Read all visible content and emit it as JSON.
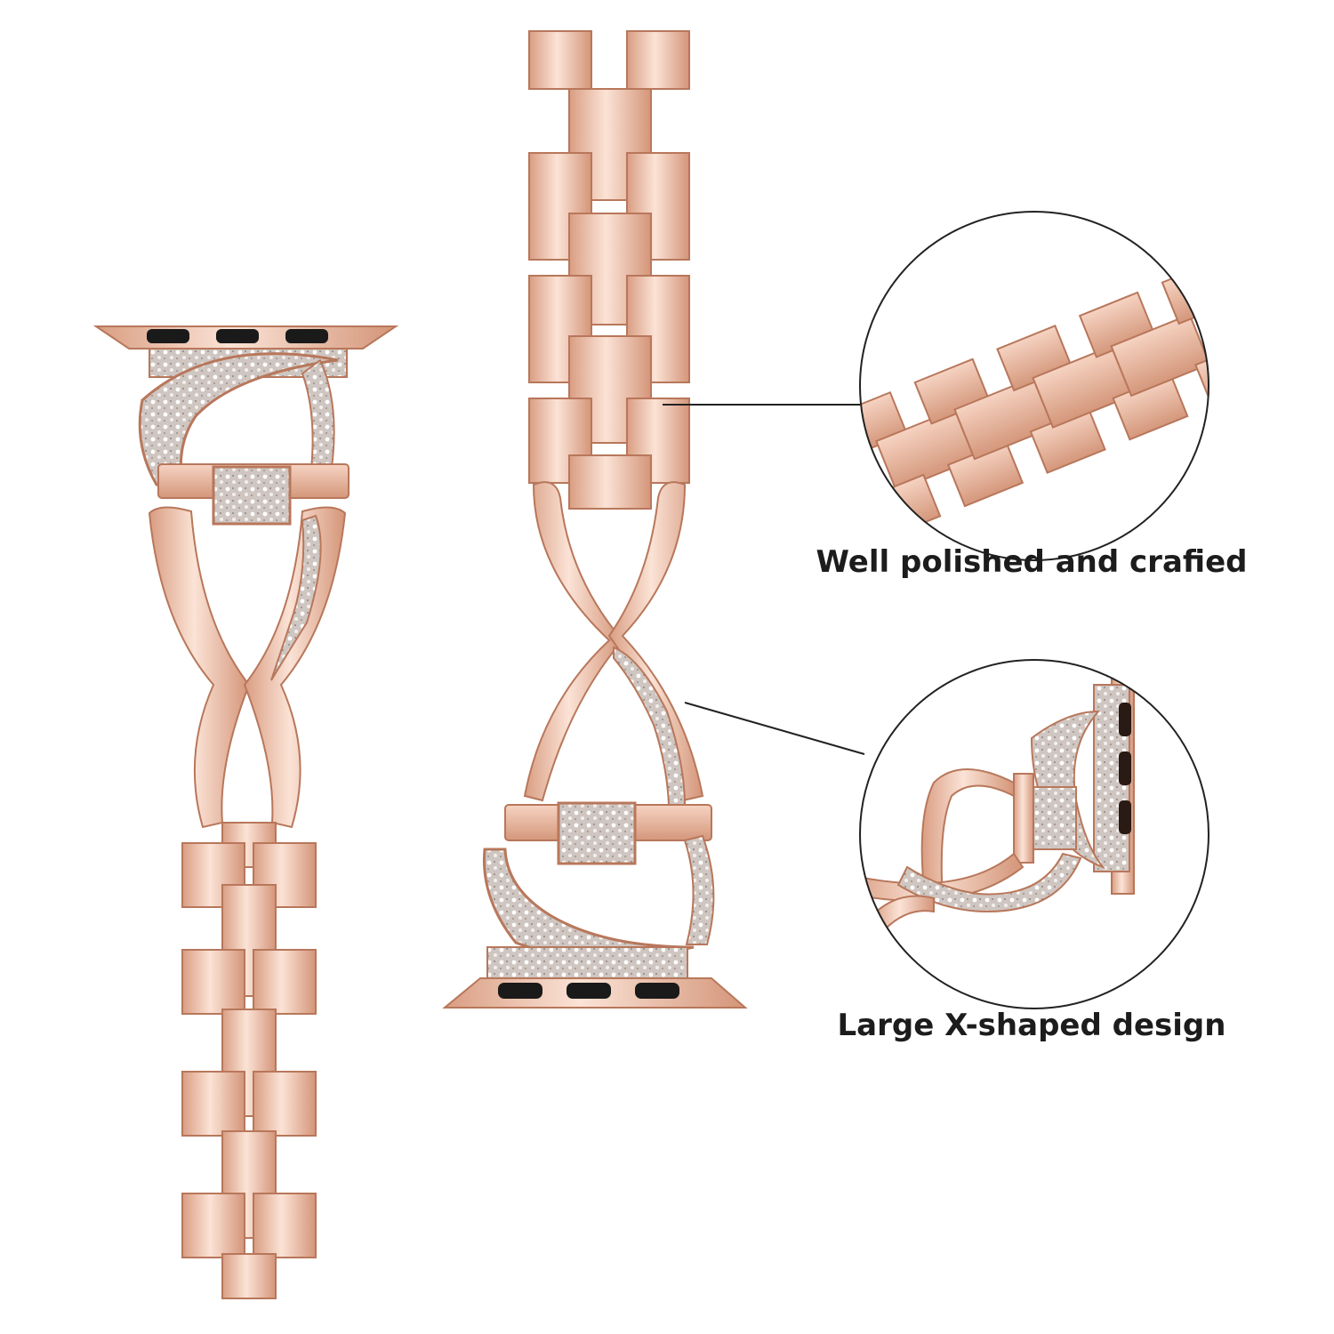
{
  "captions": {
    "polished": "Well polished and crafied",
    "x_shaped": "Large X-shaped design"
  },
  "colors": {
    "background": "#ffffff",
    "rose_gold": "#e9b196",
    "rose_gold_light": "#f8dccd",
    "rose_gold_dark": "#b8775b",
    "rhinestone": "#ddd6d2",
    "lug_slot": "#1a1a1a",
    "outline": "#222222"
  },
  "icons": [
    "watch-band-left",
    "watch-band-center",
    "zoom-links-detail",
    "zoom-clasp-detail"
  ]
}
